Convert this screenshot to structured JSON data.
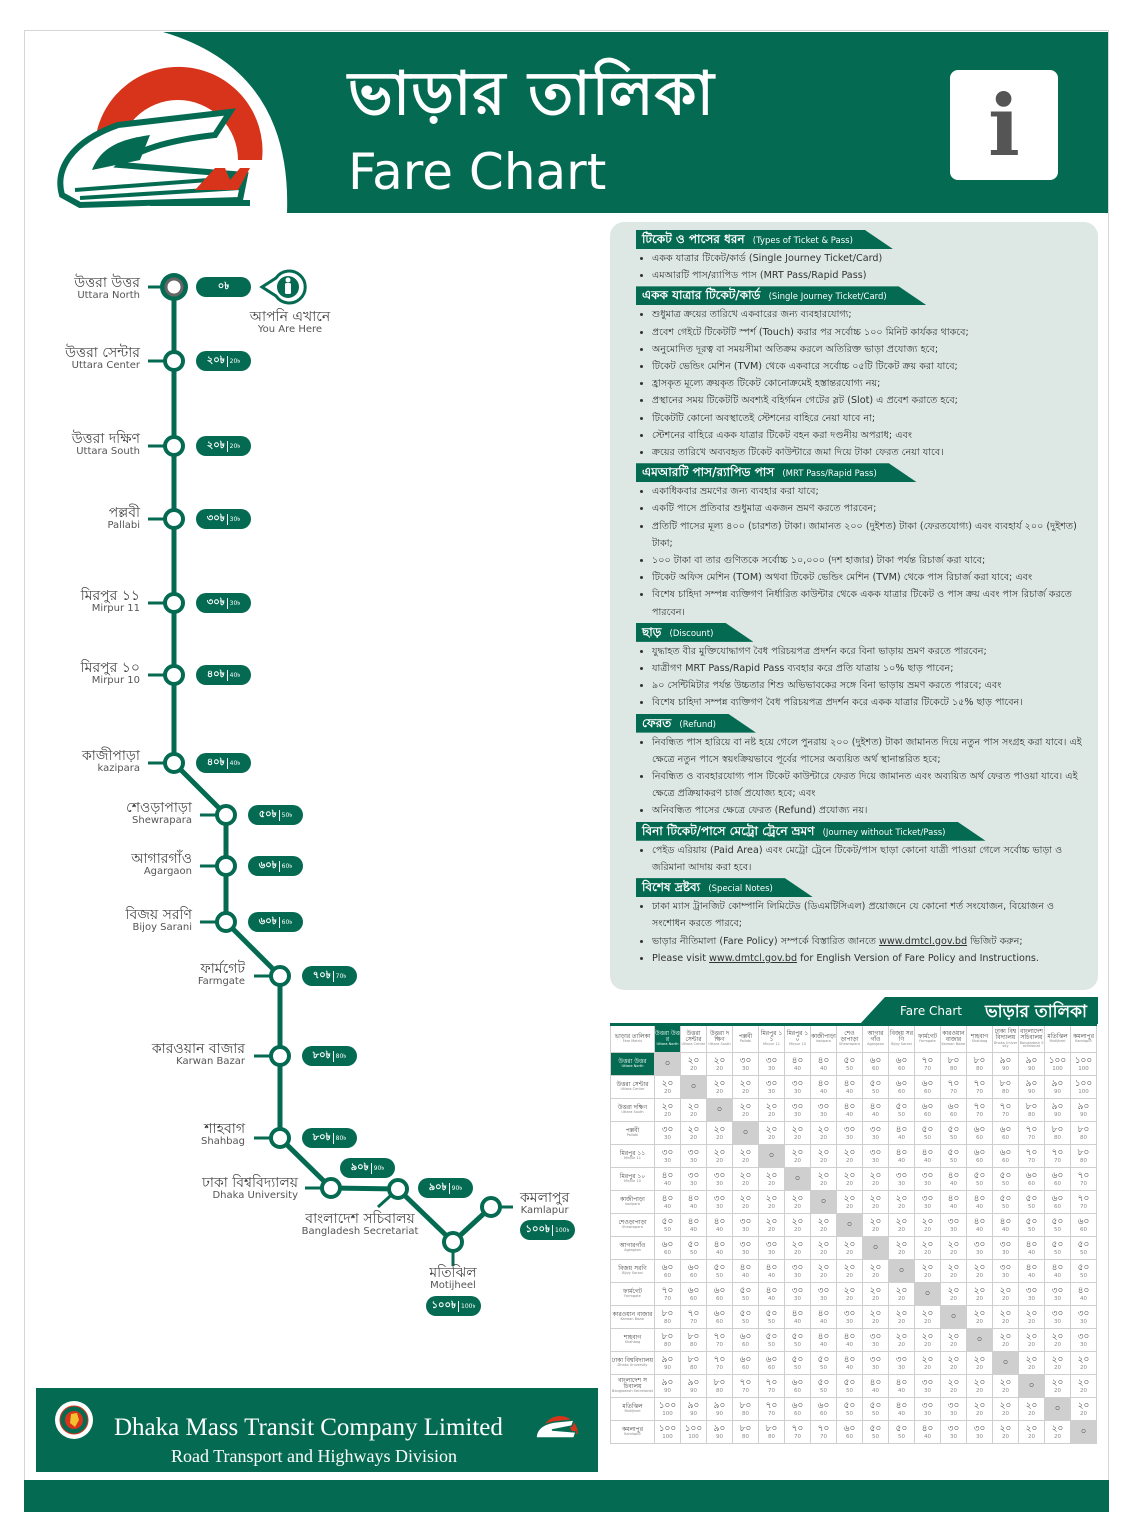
{
  "colors": {
    "brand_green": "#046b52",
    "logo_red": "#d8341c",
    "panel_bg": "#dde8e5"
  },
  "header": {
    "title_bn": "ভাড়ার তালিকা",
    "title_en": "Fare Chart",
    "info_icon": "i"
  },
  "map": {
    "you_are_here_bn": "আপনি এখানে",
    "you_are_here_en": "You Are Here",
    "currency": "৳",
    "stations": [
      {
        "bn": "উত্তরা উত্তর",
        "en": "Uttara North",
        "fare": 0
      },
      {
        "bn": "উত্তরা সেন্টার",
        "en": "Uttara Center",
        "fare": 20
      },
      {
        "bn": "উত্তরা দক্ষিণ",
        "en": "Uttara South",
        "fare": 20
      },
      {
        "bn": "পল্লবী",
        "en": "Pallabi",
        "fare": 30
      },
      {
        "bn": "মিরপুর ১১",
        "en": "Mirpur  11",
        "fare": 30
      },
      {
        "bn": "মিরপুর ১০",
        "en": "Mirpur  10",
        "fare": 40
      },
      {
        "bn": "কাজীপাড়া",
        "en": "kazipara",
        "fare": 40
      },
      {
        "bn": "শেওড়াপাড়া",
        "en": "Shewrapara",
        "fare": 50
      },
      {
        "bn": "আগারগাঁও",
        "en": "Agargaon",
        "fare": 60
      },
      {
        "bn": "বিজয় সরণি",
        "en": "Bijoy Sarani",
        "fare": 60
      },
      {
        "bn": "ফার্মগেট",
        "en": "Farmgate",
        "fare": 70
      },
      {
        "bn": "কারওয়ান বাজার",
        "en": "Karwan Bazar",
        "fare": 80
      },
      {
        "bn": "শাহবাগ",
        "en": "Shahbag",
        "fare": 80
      },
      {
        "bn": "ঢাকা বিশ্ববিদ্যালয়",
        "en": "Dhaka University",
        "fare": 90
      },
      {
        "bn": "বাংলাদেশ সচিবালয়",
        "en": "Bangladesh Secretariat",
        "fare": 90
      },
      {
        "bn": "মতিঝিল",
        "en": "Motijheel",
        "fare": 100
      },
      {
        "bn": "কমলাপুর",
        "en": "Kamlapur",
        "fare": 100
      }
    ]
  },
  "rules": [
    {
      "title_bn": "টিকেট ও পাসের ধরন",
      "title_en": "(Types of Ticket & Pass)",
      "items": [
        "একক যাত্রার টিকেট/কার্ড (Single Journey Ticket/Card)",
        "এমআরটি পাস/র‍্যাপিড পাস (MRT Pass/Rapid Pass)"
      ]
    },
    {
      "title_bn": "একক যাত্রার টিকেট/কার্ড",
      "title_en": "(Single Journey Ticket/Card)",
      "items": [
        "শুধুমাত্র ক্রয়ের তারিখে একবারের জন্য ব্যবহারযোগ্য;",
        "প্রবেশ গেইটে টিকেটটি স্পর্শ (Touch) করার পর সর্বোচ্চ ১০০ মিনিট কার্যকর থাকবে;",
        "অনুমোদিত দূরত্ব বা সময়সীমা অতিক্রম করলে অতিরিক্ত ভাড়া প্রযোজ্য হবে;",
        "টিকেট ভেন্ডিং মেশিন (TVM) থেকে একবারে সর্বোচ্চ ০৫টি টিকেট ক্রয় করা যাবে;",
        "হ্রাসকৃত মূল্যে ক্রয়কৃত টিকেট কোনোক্রমেই হস্তান্তরযোগ্য নয়;",
        "প্রস্থানের সময় টিকেটটি অবশ্যই বহির্গমন গেটের স্লট (Slot) এ প্রবেশ করাতে হবে;",
        "টিকেটটি কোনো অবস্থাতেই স্টেশনের বাহিরে নেয়া যাবে না;",
        "স্টেশনের বাহিরে একক যাত্রার টিকেট বহন করা দণ্ডনীয় অপরাধ; এবং",
        "ক্রয়ের তারিখে অব্যবহৃত টিকেট কাউন্টারে জমা দিয়ে টাকা ফেরত নেয়া যাবে।"
      ]
    },
    {
      "title_bn": "এমআরটি পাস/র‍্যাপিড পাস",
      "title_en": "(MRT Pass/Rapid Pass)",
      "items": [
        "একাধিকবার ভ্রমণের জন্য ব্যবহার করা যাবে;",
        "একটি পাসে প্রতিবার শুধুমাত্র একজন ভ্রমণ করতে পারবেন;",
        "প্রতিটি পাসের মূল্য ৪০০ (চারশত) টাকা। জামানত ২০০ (দুইশত) টাকা (ফেরতযোগ্য) এবং ব্যবহার্য ২০০ (দুইশত) টাকা;",
        "১০০ টাকা বা তার গুণিতকে সর্বোচ্চ ১০,০০০ (দশ হাজার) টাকা পর্যন্ত রিচার্জ করা যাবে;",
        "টিকেট অফিস মেশিন (TOM) অথবা টিকেট ভেন্ডিং মেশিন (TVM) থেকে পাস রিচার্জ করা যাবে; এবং",
        "বিশেষ চাহিদা সম্পন্ন ব্যক্তিগণ নির্ধারিত কাউন্টার থেকে একক যাত্রার টিকেট ও পাস ক্রয় এবং পাস রিচার্জ করতে পারবেন।"
      ]
    },
    {
      "title_bn": "ছাড়",
      "title_en": "(Discount)",
      "items": [
        "যুদ্ধাহত বীর মুক্তিযোদ্ধাগণ বৈধ পরিচয়পত্র প্রদর্শন করে বিনা ভাড়ায় ভ্রমণ করতে পারবেন;",
        "যাত্রীগণ MRT Pass/Rapid Pass ব্যবহার করে প্রতি যাত্রায় ১০% ছাড় পাবেন;",
        "৯০ সেন্টিমিটার পর্যন্ত উচ্চতার শিশু অভিভাবকের সঙ্গে বিনা ভাড়ায় ভ্রমণ করতে পারবে; এবং",
        "বিশেষ চাহিদা সম্পন্ন ব্যক্তিগণ বৈধ পরিচয়পত্র প্রদর্শন করে একক যাত্রার টিকেটে ১৫% ছাড় পাবেন।"
      ]
    },
    {
      "title_bn": "ফেরত",
      "title_en": "(Refund)",
      "items": [
        "নিবন্ধিত পাস হারিয়ে বা নষ্ট হয়ে গেলে পুনরায় ২০০ (দুইশত) টাকা জামানত দিয়ে নতুন পাস সংগ্রহ করা যাবে। এই ক্ষেত্রে নতুন পাসে স্বয়ংক্রিয়ভাবে পূর্বের পাসের অব্যয়িত অর্থ স্থানান্তরিত হবে;",
        "নিবন্ধিত ও ব্যবহারযোগ্য পাস টিকেট কাউন্টারে ফেরত দিয়ে জামানত এবং অব্যয়িত অর্থ ফেরত পাওয়া যাবে। এই ক্ষেত্রে প্রক্রিয়াকরণ চার্জ প্রযোজ্য হবে; এবং",
        "অনিবন্ধিত পাসের ক্ষেত্রে ফেরত (Refund) প্রযোজ্য নয়।"
      ]
    },
    {
      "title_bn": "বিনা টিকেট/পাসে মেট্রো ট্রেনে ভ্রমণ",
      "title_en": "(Journey without Ticket/Pass)",
      "items": [
        "পেইড এরিয়ায় (Paid Area) এবং মেট্রো ট্রেনে টিকেট/পাস ছাড়া কোনো যাত্রী পাওয়া গেলে সর্বোচ্চ ভাড়া ও জরিমানা আদায় করা হবে।"
      ]
    },
    {
      "title_bn": "বিশেষ দ্রষ্টব্য",
      "title_en": "(Special Notes)",
      "items": [
        "ঢাকা ম্যাস ট্রানজিট কোম্পানি লিমিটেড (ডিএমটিসিএল) প্রয়োজনে যে কোনো শর্ত সংযোজন, বিয়োজন ও সংশোধন করতে পারবে;",
        {
          "pre": "ভাড়ার নীতিমালা (Fare Policy) সম্পর্কে বিস্তারিত জানতে ",
          "link": "www.dmtcl.gov.bd",
          "post": " ভিজিট করুন;"
        },
        {
          "pre": "Please visit ",
          "link": "www.dmtcl.gov.bd",
          "post": " for English Version of Fare Policy and Instructions."
        }
      ]
    }
  ],
  "fare_table": {
    "title_en": "Fare Chart",
    "title_bn": "ভাড়ার তালিকা",
    "corner_bn": "ভাড়ার তালিকা",
    "corner_en": "Fare Matrix",
    "current_station_index": 0,
    "matrix": [
      [
        0,
        20,
        20,
        30,
        30,
        40,
        40,
        50,
        60,
        60,
        70,
        80,
        80,
        90,
        90,
        100,
        100
      ],
      [
        20,
        0,
        20,
        20,
        30,
        30,
        40,
        40,
        50,
        60,
        60,
        70,
        70,
        80,
        90,
        90,
        100
      ],
      [
        20,
        20,
        0,
        20,
        20,
        30,
        30,
        40,
        40,
        50,
        60,
        60,
        70,
        70,
        80,
        90,
        90
      ],
      [
        30,
        20,
        20,
        0,
        20,
        20,
        20,
        30,
        30,
        40,
        50,
        50,
        60,
        60,
        70,
        80,
        80
      ],
      [
        30,
        30,
        20,
        20,
        0,
        20,
        20,
        20,
        30,
        40,
        40,
        50,
        60,
        60,
        70,
        70,
        80
      ],
      [
        40,
        30,
        30,
        20,
        20,
        0,
        20,
        20,
        20,
        30,
        30,
        40,
        50,
        50,
        60,
        60,
        70
      ],
      [
        40,
        40,
        30,
        20,
        20,
        20,
        0,
        20,
        20,
        20,
        30,
        40,
        40,
        50,
        50,
        60,
        70
      ],
      [
        50,
        40,
        40,
        30,
        20,
        20,
        20,
        0,
        20,
        20,
        20,
        30,
        40,
        40,
        50,
        50,
        60
      ],
      [
        60,
        50,
        40,
        30,
        30,
        20,
        20,
        20,
        0,
        20,
        20,
        20,
        30,
        30,
        40,
        50,
        50
      ],
      [
        60,
        60,
        50,
        40,
        40,
        30,
        20,
        20,
        20,
        0,
        20,
        20,
        20,
        30,
        40,
        40,
        50
      ],
      [
        70,
        60,
        60,
        50,
        40,
        30,
        30,
        20,
        20,
        20,
        0,
        20,
        20,
        20,
        30,
        30,
        40
      ],
      [
        80,
        70,
        60,
        50,
        50,
        40,
        40,
        30,
        20,
        20,
        20,
        0,
        20,
        20,
        20,
        30,
        30
      ],
      [
        80,
        80,
        70,
        60,
        50,
        50,
        40,
        40,
        30,
        20,
        20,
        20,
        0,
        20,
        20,
        20,
        30
      ],
      [
        90,
        80,
        70,
        60,
        60,
        50,
        50,
        40,
        30,
        30,
        20,
        20,
        20,
        0,
        20,
        20,
        20
      ],
      [
        90,
        90,
        80,
        70,
        70,
        60,
        50,
        50,
        40,
        40,
        30,
        20,
        20,
        20,
        0,
        20,
        20
      ],
      [
        100,
        90,
        90,
        80,
        70,
        60,
        60,
        50,
        50,
        40,
        30,
        30,
        20,
        20,
        20,
        0,
        20
      ],
      [
        100,
        100,
        90,
        80,
        80,
        70,
        70,
        60,
        50,
        50,
        40,
        30,
        30,
        20,
        20,
        20,
        0
      ]
    ]
  },
  "footer": {
    "company": "Dhaka Mass Transit Company Limited",
    "division": "Road Transport and Highways Division",
    "seal_icon": "government-of-bangladesh-seal",
    "logo_icon": "mrt-train-logo"
  }
}
